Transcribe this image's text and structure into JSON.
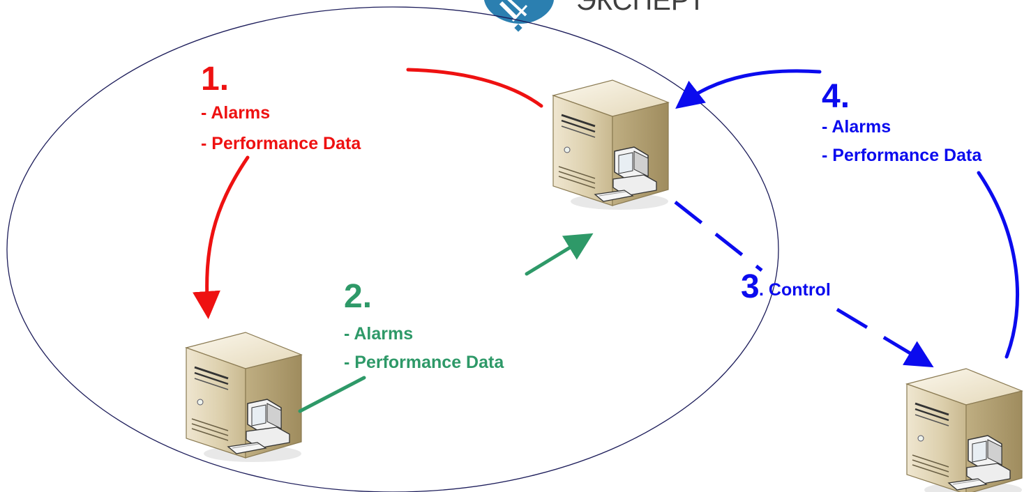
{
  "logo": {
    "text": "ЭКСПЕРТ",
    "icon": "satellite-logo-icon",
    "color": "#2b7fb0"
  },
  "colors": {
    "red": "#ee1111",
    "green": "#2e9968",
    "blue": "#0b0bee",
    "ellipse": "#1c1c5a"
  },
  "flows": {
    "flow1": {
      "number": "1.",
      "line1": "- Alarms",
      "line2": "- Performance Data"
    },
    "flow2": {
      "number": "2.",
      "line1": "- Alarms",
      "line2": "- Performance Data"
    },
    "flow3": {
      "number": "3",
      "label": ". Control"
    },
    "flow4": {
      "number": "4.",
      "line1": "- Alarms",
      "line2": "- Performance Data"
    }
  },
  "nodes": [
    {
      "name": "server-top",
      "icon": "server-tower-icon"
    },
    {
      "name": "server-bottom-left",
      "icon": "server-tower-icon"
    },
    {
      "name": "server-bottom-right",
      "icon": "server-tower-icon"
    }
  ]
}
